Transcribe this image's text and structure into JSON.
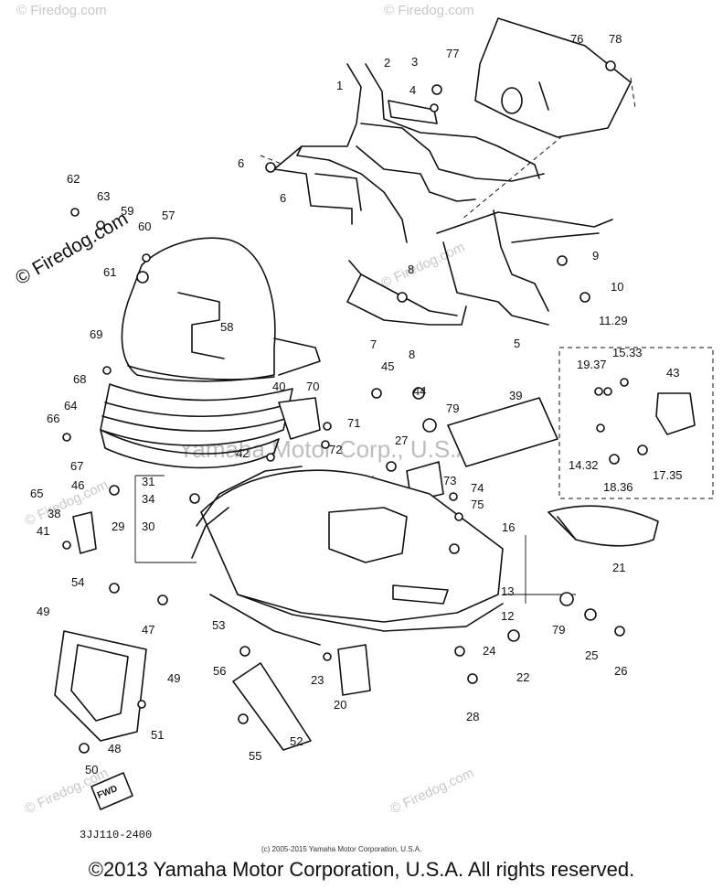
{
  "watermarks": {
    "side": "© Firedog.com",
    "center": "Yamaha Motor Corp., U.S.A."
  },
  "parts": [
    "1",
    "2",
    "3",
    "4",
    "5",
    "6",
    "6",
    "7",
    "8",
    "8",
    "9",
    "10",
    "11.29",
    "12",
    "13",
    "14.32",
    "15.33",
    "16",
    "17.35",
    "18.36",
    "19.37",
    "20",
    "21",
    "22",
    "23",
    "24",
    "25",
    "26",
    "27",
    "28",
    "29",
    "30",
    "31",
    "34",
    "38",
    "39",
    "40",
    "41",
    "42",
    "43",
    "44",
    "45",
    "46",
    "47",
    "48",
    "49",
    "49",
    "50",
    "51",
    "52",
    "53",
    "54",
    "55",
    "56",
    "57",
    "58",
    "59",
    "60",
    "61",
    "62",
    "63",
    "64",
    "65",
    "66",
    "67",
    "68",
    "69",
    "70",
    "71",
    "72",
    "73",
    "74",
    "75",
    "76",
    "77",
    "78",
    "79",
    "79"
  ],
  "diagram_code": "3JJ110-2400",
  "small_copyright": "(c) 2005-2015 Yamaha Motor Corporation, U.S.A.",
  "footer": "©2013 Yamaha Motor Corporation, U.S.A. All rights reserved.",
  "fwd_label": "FWD"
}
